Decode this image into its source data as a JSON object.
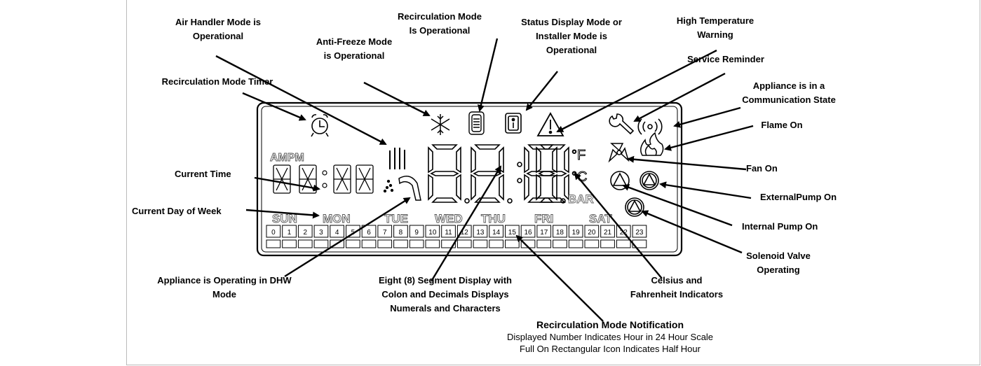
{
  "labels": {
    "air_handler": "Air Handler Mode is\nOperational",
    "recirc_operational": "Recirculation Mode\nIs Operational",
    "status_display": "Status Display Mode or\nInstaller Mode is\nOperational",
    "high_temp": "High Temperature\nWarning",
    "anti_freeze": "Anti-Freeze Mode\nis Operational",
    "service_reminder": "Service Reminder",
    "recirc_timer": "Recirculation Mode Timer",
    "communication": "Appliance is in a\nCommunication State",
    "flame_on": "Flame On",
    "current_time": "Current Time",
    "fan_on": "Fan On",
    "external_pump": "ExternalPump On",
    "current_day": "Current Day of Week",
    "internal_pump": "Internal Pump On",
    "solenoid": "Solenoid Valve\nOperating",
    "dhw_mode": "Appliance is Operating in DHW\nMode",
    "eight_segment": "Eight (8) Segment Display with\nColon and Decimals Displays\nNumerals and Characters",
    "celsius": "Celsius and\nFahrenheit Indicators"
  },
  "notification": {
    "title": "Recirculation Mode Notification",
    "line1": "Displayed Number Indicates Hour in 24 Hour Scale",
    "line2": "Full On Rectangular Icon Indicates Half Hour"
  },
  "lcd": {
    "ampm": "AMPM",
    "days": [
      "SUN",
      "MON",
      "TUE",
      "WED",
      "THU",
      "FRI",
      "SAT"
    ],
    "hours": [
      "0",
      "1",
      "2",
      "3",
      "4",
      "5",
      "6",
      "7",
      "8",
      "9",
      "10",
      "11",
      "12",
      "13",
      "14",
      "15",
      "16",
      "17",
      "18",
      "19",
      "20",
      "21",
      "22",
      "23"
    ],
    "degF": "°F",
    "degC": "°C",
    "bar": "BAR"
  }
}
